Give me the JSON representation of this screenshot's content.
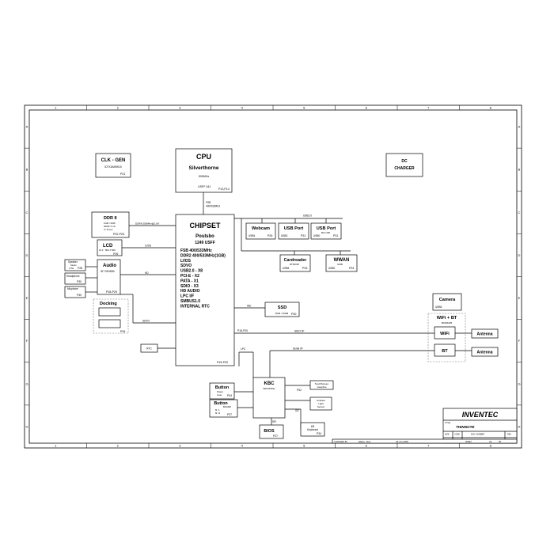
{
  "grid": {
    "cols": [
      "1",
      "2",
      "3",
      "4",
      "5",
      "6",
      "7",
      "8"
    ],
    "rows": [
      "A",
      "B",
      "C",
      "D",
      "E",
      "F",
      "G",
      "H"
    ]
  },
  "cpu": {
    "title": "CPU",
    "name": "Silverthorne",
    "freq": "900MHz",
    "pkg": "USFF 441",
    "page": "P13,P14"
  },
  "fsb_link": {
    "line1": "FSB",
    "line2": "400/533MHz"
  },
  "clk_gen": {
    "title": "CLK - GEN",
    "part": "IDTXUMSW10",
    "page": "P21"
  },
  "dc_charger": {
    "line1": "DC",
    "line2": "CHARGER"
  },
  "ddr": {
    "title": "DDR II",
    "spec1": "1GB / 2GB",
    "spec2": "64Mb X 16",
    "spec3": "4 / 8 pcs",
    "page": "P22-P25",
    "bus": "DDRII 500MHz@1.8V"
  },
  "chipset": {
    "title": "CHIPSET",
    "name": "Poulsbo",
    "pkg": "1249 USFF",
    "features": [
      "FSB 400/533MHz",
      "DDR2 400/533MHz(1GB)",
      "LVDS",
      "SDVO",
      "USB2.0 - X8",
      "PCI-E - X2",
      "PATA - X1",
      "SDIO - X3",
      "HD AUDIO",
      "LPC I/F",
      "SMBUS1.0",
      "INTERNAL RTC"
    ],
    "page": "P15-P20"
  },
  "lcd": {
    "title": "LCD",
    "spec1": "10.1\"",
    "spec2": "800 X 600",
    "page": "P26",
    "bus": "LVDS"
  },
  "audio": {
    "title": "Audio",
    "part": "IDT 92HD80",
    "page": "P28-P29",
    "bus": "HD"
  },
  "speaker": {
    "label": "Speaker",
    "sub1": "Stereo",
    "sub2": "1.5W",
    "page": "P28"
  },
  "headphone": {
    "label": "Headphone",
    "page": "P30"
  },
  "mic": {
    "label": "Micphone",
    "page": "P30"
  },
  "docking": {
    "title": "Docking",
    "page": "P34"
  },
  "sdvo_link": {
    "label": "SDVO"
  },
  "rtc": {
    "label": "RTC"
  },
  "usb_bus": {
    "label": "USB2.0"
  },
  "webcam": {
    "title": "Webcam",
    "sub": "USB4",
    "page": "P26"
  },
  "usb_port1": {
    "title": "USB Port",
    "sub": "USB3",
    "page": "P31"
  },
  "usb_port2": {
    "title": "USB Port",
    "sub1": "Mini USB",
    "sub2": "USB0",
    "page": "P31"
  },
  "cardreader": {
    "title": "Cardreader",
    "part": "RTS5158",
    "sub": "USB5",
    "page": "P33"
  },
  "wwan": {
    "title": "WWAN",
    "part": "GOBI",
    "sub": "USB0",
    "page": "P33"
  },
  "camera": {
    "title": "Camera",
    "sub": "USB5"
  },
  "ssd": {
    "title": "SSD",
    "sub": "8GB / 16GB",
    "page": "P30",
    "bus": "IDE"
  },
  "wifi_bt": {
    "title": "WiFi + BT",
    "part": "BCM4325",
    "wifi": "WiFi",
    "bt": "BT",
    "sdio_label": "SDIO I/F",
    "serial_label": "Serial I/F"
  },
  "antenna1": {
    "label": "Antenna"
  },
  "antenna2": {
    "label": "Antenna"
  },
  "lpc_link": {
    "label": "LPC"
  },
  "kbc": {
    "title": "KBC",
    "part": "WPC8769L"
  },
  "button_power": {
    "title": "Button",
    "sub": "Power",
    "sub2": "reset",
    "page": "P34"
  },
  "button_board": {
    "title": "Button",
    "sub": "BOARD",
    "sub2": "M / L",
    "sub3": "M / R",
    "page": "P27"
  },
  "bios": {
    "title": "BIOS",
    "page": "P27",
    "bus": "SPI"
  },
  "touchscreen": {
    "title": "TouchScreen",
    "sub": "Capacitive",
    "bus": "PS2"
  },
  "ambient": {
    "line1": "Ambient",
    "line2": "Light",
    "line3": "Sensor",
    "bus": "I2C"
  },
  "keyboard": {
    "title": "KB",
    "sub": "Keyboard",
    "page": "P34"
  },
  "titleblock": {
    "company": "INVENTEC",
    "title_label": "TITLE",
    "project": "THINNOTE",
    "size_label": "SIZE",
    "code_label": "CODE",
    "doc_label": "DOC. NUMBER",
    "rev_label": "REV",
    "size": "A3",
    "code": "CS",
    "model": "Model_No",
    "rev": "A00",
    "sheet_label": "SHEET",
    "sheet_of": "OF",
    "sheet_num": "50",
    "changed_by": "CHANGED BY",
    "author": "Elaine_Tsao",
    "date": "23-Jun-2009"
  }
}
